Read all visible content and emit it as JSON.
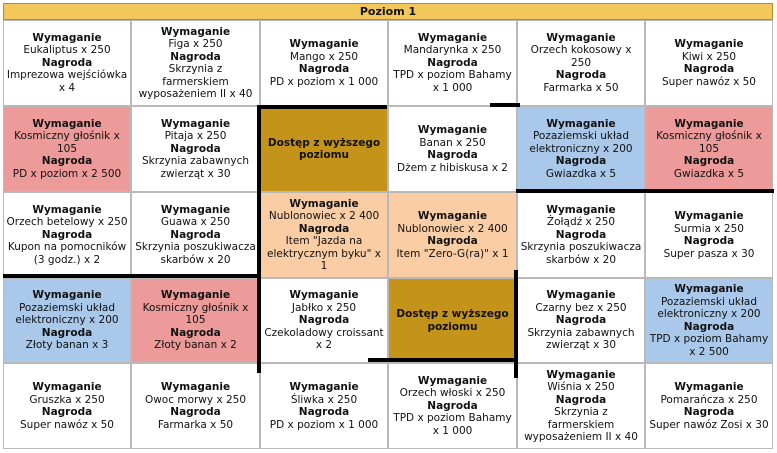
{
  "title": "Poziom 1",
  "labels": {
    "requirement": "Wymaganie",
    "reward": "Nagroda"
  },
  "locked_label": "Dostęp z wyższego poziomu",
  "colors": {
    "red": "#ec9a9a",
    "blue": "#a9c8ea",
    "orange": "#fbcda4",
    "gold": "#c4931a",
    "header": "#f3c85a"
  },
  "cells": [
    {
      "color": "white",
      "req": "Eukaliptus x 250",
      "reward": "Imprezowa wejściówka x 4"
    },
    {
      "color": "white",
      "req": "Figa x 250",
      "reward": "Skrzynia z farmerskiem wyposażeniem II x 40"
    },
    {
      "color": "white",
      "req": "Mango x 250",
      "reward": "PD x poziom x 1 000"
    },
    {
      "color": "white",
      "req": "Mandarynka x 250",
      "reward": "TPD x poziom Bahamy x 1 000"
    },
    {
      "color": "white",
      "req": "Orzech kokosowy x 250",
      "reward": "Farmarka x 50"
    },
    {
      "color": "white",
      "req": "Kiwi x 250",
      "reward": "Super nawóz x 50"
    },
    {
      "color": "red",
      "req": "Kosmiczny głośnik x 105",
      "reward": "PD x poziom x 2 500"
    },
    {
      "color": "white",
      "req": "Pitaja x 250",
      "reward": "Skrzynia zabawnych zwierząt x 30"
    },
    {
      "color": "gold",
      "locked": true
    },
    {
      "color": "white",
      "req": "Banan x 250",
      "reward": "Dżem z hibiskusa x 2"
    },
    {
      "color": "blue",
      "req": "Pozaziemski układ elektroniczny x 200",
      "reward": "Gwiazdka x 5"
    },
    {
      "color": "red",
      "req": "Kosmiczny głośnik x 105",
      "reward": "Gwiazdka x 5"
    },
    {
      "color": "white",
      "req": "Orzech betelowy x 250",
      "reward": "Kupon na pomocników (3 godz.) x 2"
    },
    {
      "color": "white",
      "req": "Guawa x 250",
      "reward": "Skrzynia poszukiwacza skarbów x 20"
    },
    {
      "color": "orange",
      "req": "Nublonowiec x 2 400",
      "reward": "Item \"Jazda na elektrycznym byku\" x 1"
    },
    {
      "color": "orange",
      "req": "Nublonowiec x 2 400",
      "reward": "Item \"Zero-G(ra)\" x 1"
    },
    {
      "color": "white",
      "req": "Żołądź x 250",
      "reward": "Skrzynia poszukiwacza skarbów x 20"
    },
    {
      "color": "white",
      "req": "Surmia x 250",
      "reward": "Super pasza x 30"
    },
    {
      "color": "blue",
      "req": "Pozaziemski układ elektroniczny x 200",
      "reward": "Złoty banan x 3"
    },
    {
      "color": "red",
      "req": "Kosmiczny głośnik x 105",
      "reward": "Złoty banan x 2"
    },
    {
      "color": "white",
      "req": "Jabłko x 250",
      "reward": "Czekoladowy croissant x 2"
    },
    {
      "color": "gold",
      "locked": true
    },
    {
      "color": "white",
      "req": "Czarny bez x 250",
      "reward": "Skrzynia zabawnych zwierząt x 30"
    },
    {
      "color": "blue",
      "req": "Pozaziemski układ elektroniczny x 200",
      "reward": "TPD x poziom Bahamy x 2 500"
    },
    {
      "color": "white",
      "req": "Gruszka x 250",
      "reward": "Super nawóz x 50"
    },
    {
      "color": "white",
      "req": "Owoc morwy x 250",
      "reward": "Farmarka x 50"
    },
    {
      "color": "white",
      "req": "Śliwka x 250",
      "reward": "PD x poziom x 1 000"
    },
    {
      "color": "white",
      "req": "Orzech włoski x 250",
      "reward": "TPD x poziom Bahamy x 1 000"
    },
    {
      "color": "white",
      "req": "Wiśnia x 250",
      "reward": "Skrzynia z farmerskiem wyposażeniem II x 40"
    },
    {
      "color": "white",
      "req": "Pomarańcza x 250",
      "reward": "Super nawóz Zosi x 30"
    }
  ]
}
